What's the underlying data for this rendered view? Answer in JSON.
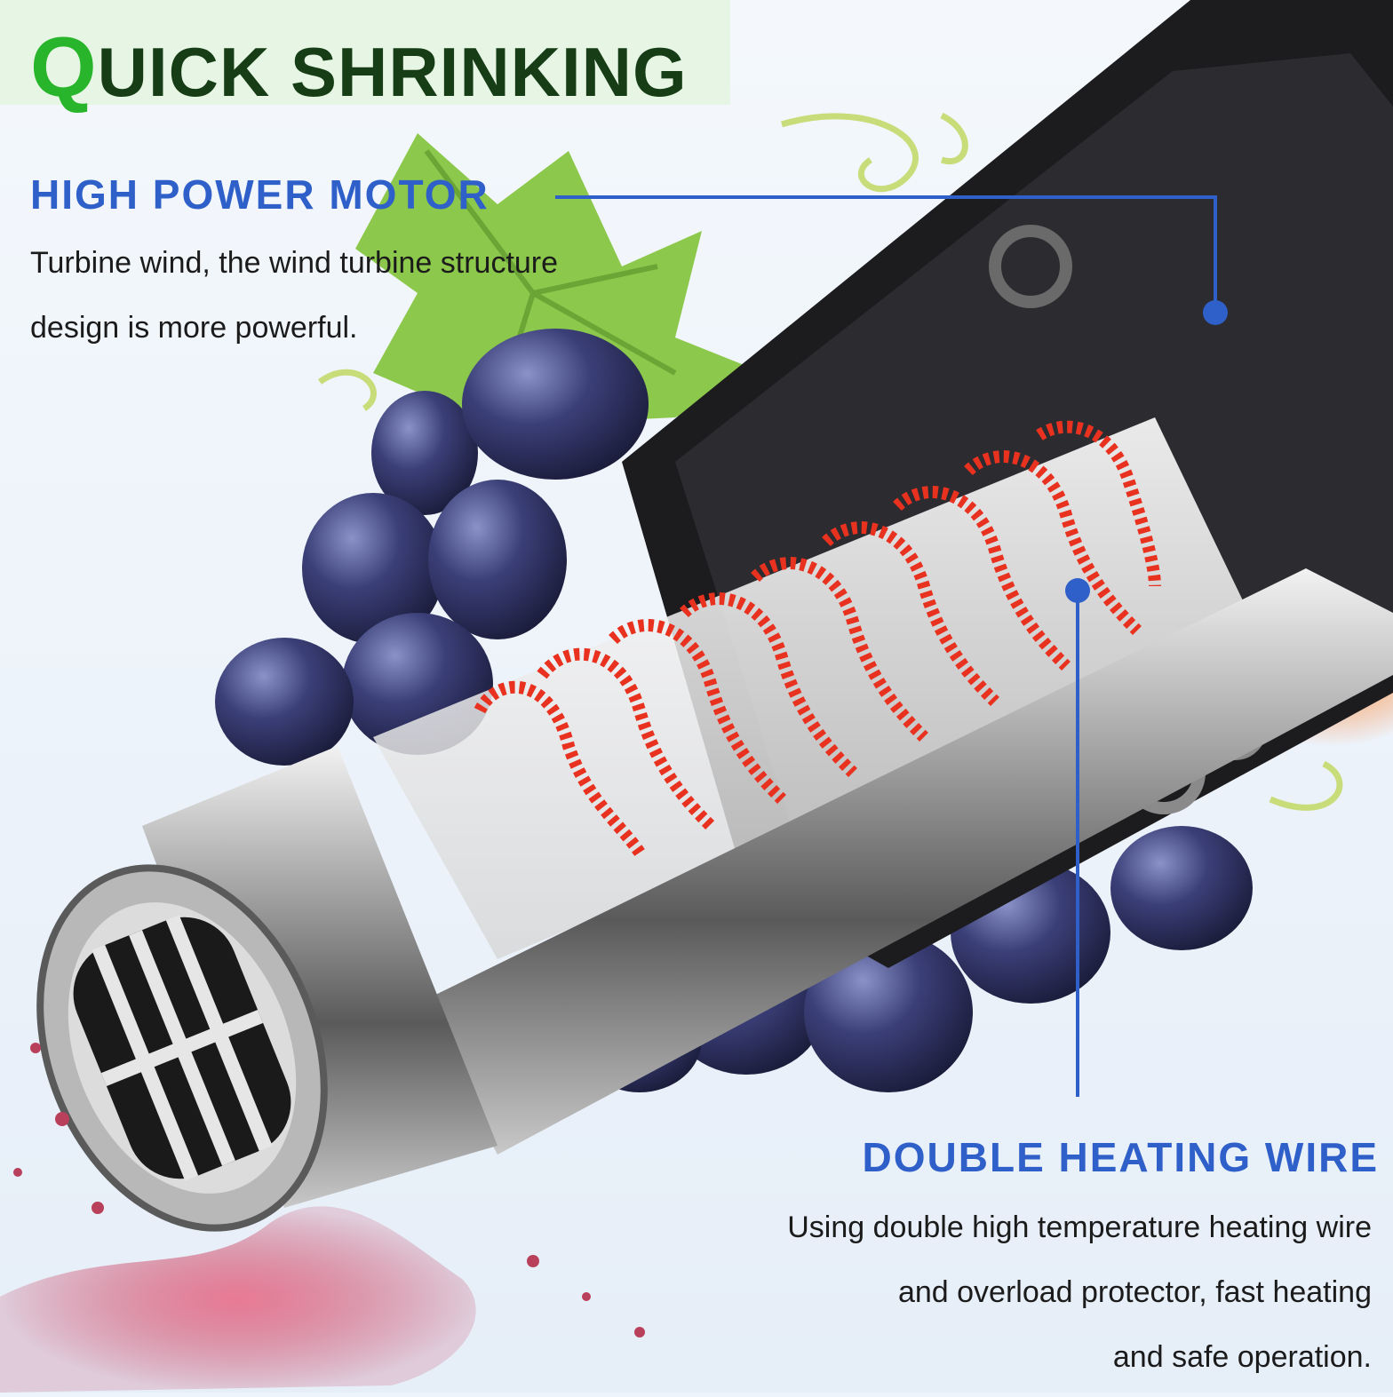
{
  "title": {
    "first_letter": "Q",
    "rest": "UICK SHRINKING"
  },
  "features": [
    {
      "heading": "HIGH POWER MOTOR",
      "lines": [
        "Turbine wind, the wind turbine structure",
        "design is more powerful."
      ]
    },
    {
      "heading": "DOUBLE HEATING WIRE",
      "lines": [
        "Using double high temperature heating wire",
        "and overload protector, fast heating",
        "and safe operation."
      ]
    }
  ],
  "colors": {
    "title_green": "#29b52b",
    "title_dark": "#163d16",
    "heading_blue": "#2f5fc8",
    "callout_blue": "#2f5fc8",
    "coil_red": "#e8321f"
  }
}
